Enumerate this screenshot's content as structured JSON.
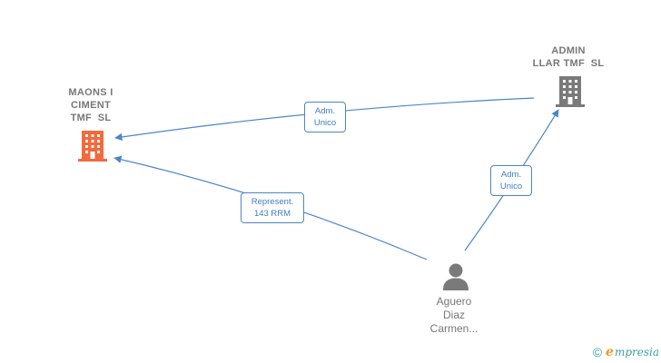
{
  "diagram": {
    "nodes": {
      "maons": {
        "label": "MAONS I\nCIMENT\nTMF  SL",
        "type": "company",
        "icon": "building-icon",
        "color": "#f26a3d"
      },
      "admin": {
        "label": "ADMIN\nLLAR TMF  SL",
        "type": "company",
        "icon": "building-icon",
        "color": "#7a7a7a"
      },
      "aguero": {
        "label": "Aguero\nDiaz\nCarmen...",
        "type": "person",
        "icon": "person-icon",
        "color": "#7a7a7a"
      }
    },
    "edges": [
      {
        "from": "admin",
        "to": "maons",
        "label": "Adm.\nUnico"
      },
      {
        "from": "aguero",
        "to": "maons",
        "label": "Represent.\n143 RRM"
      },
      {
        "from": "aguero",
        "to": "admin",
        "label": "Adm.\nUnico"
      }
    ],
    "edge_color": "#4a86c8"
  },
  "watermark": {
    "symbol": "©",
    "brand_initial": "e",
    "brand_rest": "mpresia"
  }
}
